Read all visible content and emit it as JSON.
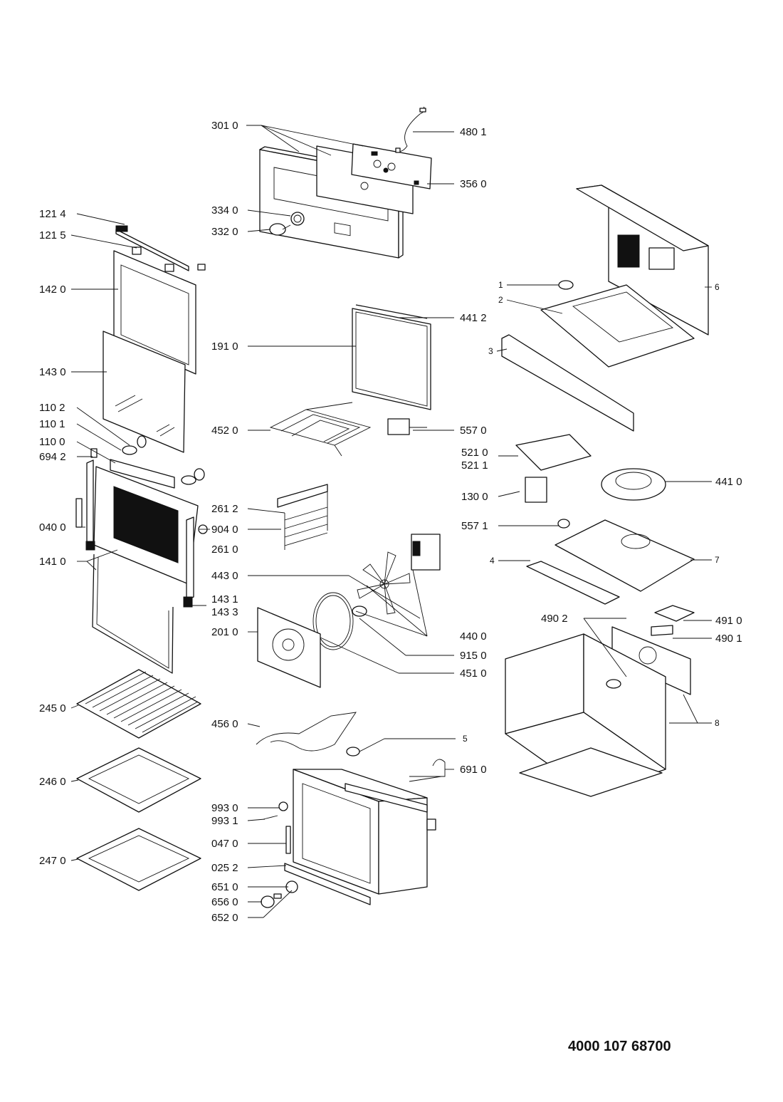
{
  "document_number": "4000 107 68700",
  "labels": {
    "p3010": "301 0",
    "p4801": "480 1",
    "p3560": "356 0",
    "p3340": "334 0",
    "p3320": "332 0",
    "p1214": "121 4",
    "p1215": "121 5",
    "p1420": "142 0",
    "p1430": "143 0",
    "p1102": "110 2",
    "p1101": "110 1",
    "p1100": "110 0",
    "p6942": "694 2",
    "p0400": "040 0",
    "p9040": "904 0",
    "p1410": "141 0",
    "p1431": "143 1",
    "p1433": "143 3",
    "p4412": "441 2",
    "p1910": "191 0",
    "p4520": "452 0",
    "p5570": "557 0",
    "p5210": "521 0",
    "p5211": "521 1",
    "p1300": "130 0",
    "p5571": "557 1",
    "p4410": "441 0",
    "p2612": "261 2",
    "p2610": "261 0",
    "p4430": "443 0",
    "p4400": "440 0",
    "p9150": "915 0",
    "p2010": "201 0",
    "p4510": "451 0",
    "p4560": "456 0",
    "p2450": "245 0",
    "p2460": "246 0",
    "p2470": "247 0",
    "p9930": "993 0",
    "p9931": "993 1",
    "p0470": "047 0",
    "p0252": "025 2",
    "p6510": "651 0",
    "p6560": "656 0",
    "p6520": "652 0",
    "p6910": "691 0",
    "p4902": "490 2",
    "p4910": "491 0",
    "p4901": "490 1",
    "n1": "1",
    "n2": "2",
    "n3": "3",
    "n4": "4",
    "n5": "5",
    "n6": "6",
    "n7": "7",
    "n8": "8"
  }
}
